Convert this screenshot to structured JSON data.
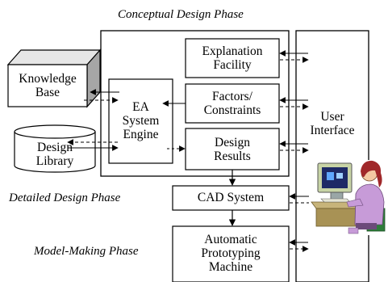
{
  "phases": {
    "conceptual": "Conceptual Design Phase",
    "detailed": "Detailed Design Phase",
    "model_making": "Model-Making Phase"
  },
  "boxes": {
    "explanation_facility": "Explanation\nFacility",
    "factors_constraints": "Factors/\nConstraints",
    "design_results": "Design\nResults",
    "ea_system_engine": "EA\nSystem\nEngine",
    "knowledge_base": "Knowledge\nBase",
    "design_library": "Design\nLibrary",
    "cad_system": "CAD System",
    "automatic_prototyping_machine": "Automatic\nPrototyping\nMachine",
    "user_interface": "User\nInterface"
  },
  "icons": {
    "user": "user-at-computer-icon"
  }
}
